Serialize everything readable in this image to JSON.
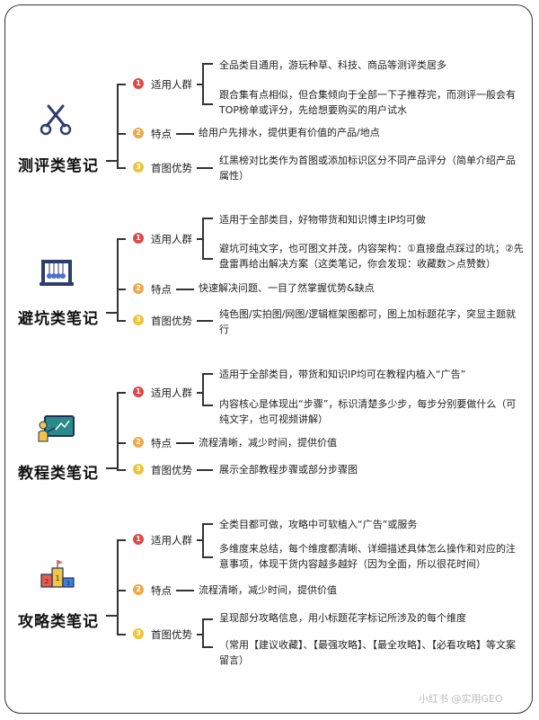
{
  "sections": [
    {
      "title": "测评类笔记",
      "icon": "scissors-icon",
      "item1_label": "适用人群",
      "item1_text1": "全品类目通用，游玩种草、科技、商品等测评类居多",
      "item1_text2": "跟合集有点相似，但合集倾向于全部一下子推荐完，而测评一般会有TOP榜单或评分，先给想要购买的用户试水",
      "item2_label": "特点",
      "item2_text": "给用户先排水，提供更有价值的产品/地点",
      "item3_label": "首图优势",
      "item3_text": "红黑榜对比类作为首图或添加标识区分不同产品评分（简单介绍产品属性）"
    },
    {
      "title": "避坑类笔记",
      "icon": "newtons-cradle-icon",
      "item1_label": "适用人群",
      "item1_text1": "适用于全部类目，好物带货和知识博主IP均可做",
      "item1_text2": "避坑可纯文字，也可图文并茂，内容架构：①直接盘点踩过的坑；②先盘雷再给出解决方案（这类笔记，你会发现：收藏数＞点赞数）",
      "item2_label": "特点",
      "item2_text": "快速解决问题、一目了然掌握优势&缺点",
      "item3_label": "首图优势",
      "item3_text": "纯色图/实拍图/网图/逻辑框架图都可，图上加标题花字，突显主题就行"
    },
    {
      "title": "教程类笔记",
      "icon": "teacher-board-icon",
      "item1_label": "适用人群",
      "item1_text1": "适用于全部类目，带货和知识IP均可在教程内植入“广告”",
      "item1_text2": "内容核心是体现出“步骤”，标识清楚多少步，每步分别要做什么（可纯文字，也可视频讲解）",
      "item2_label": "特点",
      "item2_text": "流程清晰，减少时间，提供价值",
      "item3_label": "首图优势",
      "item3_text": "展示全部教程步骤或部分步骤图"
    },
    {
      "title": "攻略类笔记",
      "icon": "podium-icon",
      "item1_label": "适用人群",
      "item1_text1": "全类目都可做，攻略中可软植入“广告”或服务",
      "item1_text2": "多维度来总结，每个维度都清晰、详细描述具体怎么操作和对应的注意事项，体现干货内容越多越好（因为全面，所以很花时间）",
      "item2_label": "特点",
      "item2_text": "流程清晰，减少时间，提供价值",
      "item3_label": "首图优势",
      "item3_text1": "呈现部分攻略信息，用小标题花字标记所涉及的每个维度",
      "item3_text2": "（常用【建议收藏】、【最强攻略】、【最全攻略】、【必看攻略】等文案留言）"
    }
  ],
  "badges": [
    "1",
    "2",
    "3"
  ],
  "watermark": "小红书 @实用GEO",
  "colors": {
    "badge1": "#e04848",
    "badge2": "#f0a848",
    "badge3": "#f2c233"
  }
}
